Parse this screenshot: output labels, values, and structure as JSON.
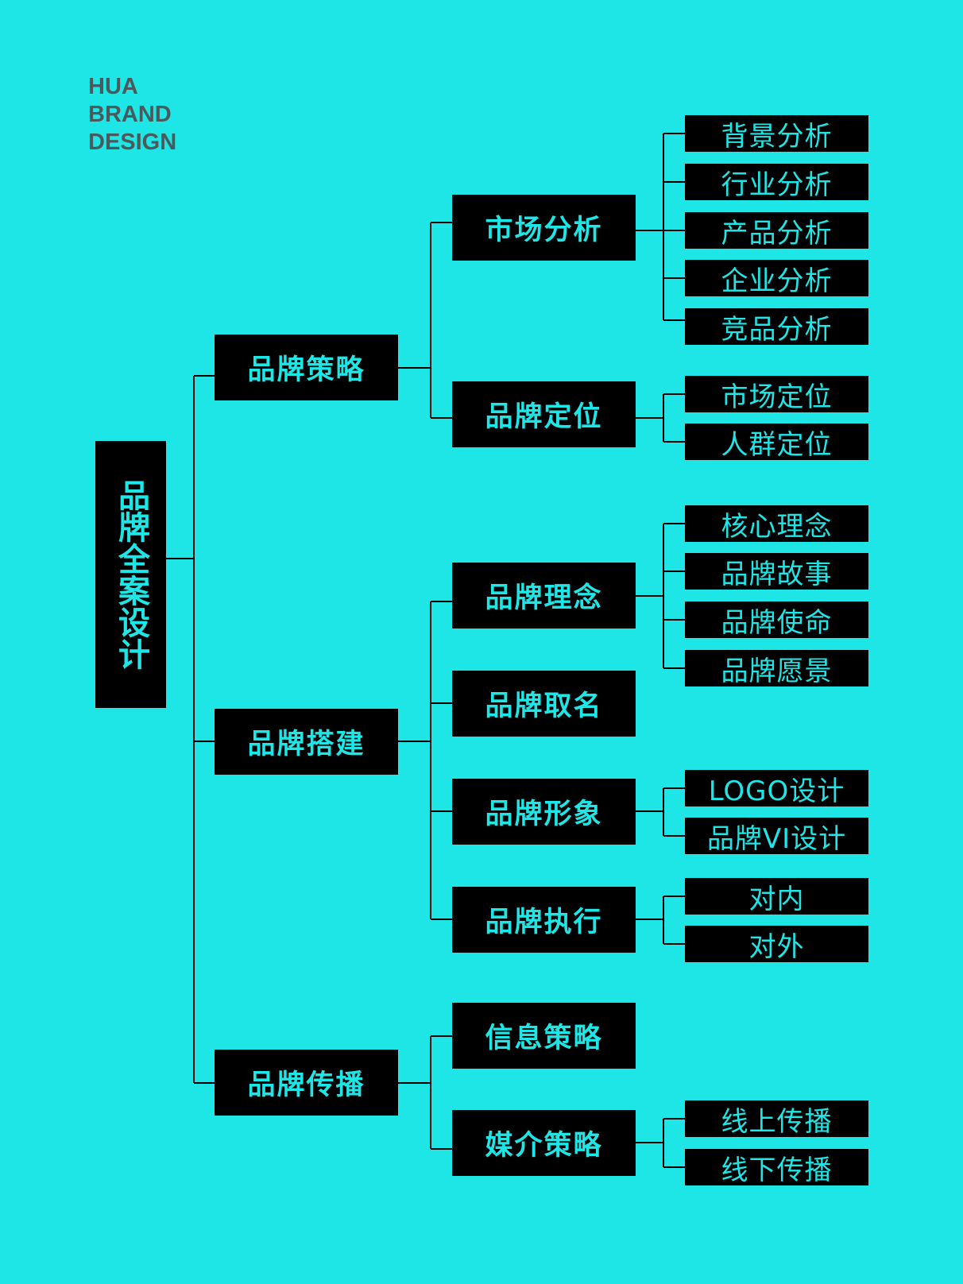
{
  "logo": {
    "line1": "HUA",
    "line2": "BRAND",
    "line3": "DESIGN"
  },
  "tree": {
    "root": "品牌全案设计",
    "branches": [
      {
        "label": "品牌策略",
        "children": [
          {
            "label": "市场分析",
            "children": [
              "背景分析",
              "行业分析",
              "产品分析",
              "企业分析",
              "竞品分析"
            ]
          },
          {
            "label": "品牌定位",
            "children": [
              "市场定位",
              "人群定位"
            ]
          }
        ]
      },
      {
        "label": "品牌搭建",
        "children": [
          {
            "label": "品牌理念",
            "children": [
              "核心理念",
              "品牌故事",
              "品牌使命",
              "品牌愿景"
            ]
          },
          {
            "label": "品牌取名",
            "children": []
          },
          {
            "label": "品牌形象",
            "children": [
              "LOGO设计",
              "品牌VI设计"
            ]
          },
          {
            "label": "品牌执行",
            "children": [
              "对内",
              "对外"
            ]
          }
        ]
      },
      {
        "label": "品牌传播",
        "children": [
          {
            "label": "信息策略",
            "children": []
          },
          {
            "label": "媒介策略",
            "children": [
              "线上传播",
              "线下传播"
            ]
          }
        ]
      }
    ]
  },
  "colors": {
    "background": "#1fe6e6",
    "box": "#000000",
    "box_text": "#1fe6e6",
    "logo_text": "#4a5a5c",
    "connector": "#000000"
  }
}
